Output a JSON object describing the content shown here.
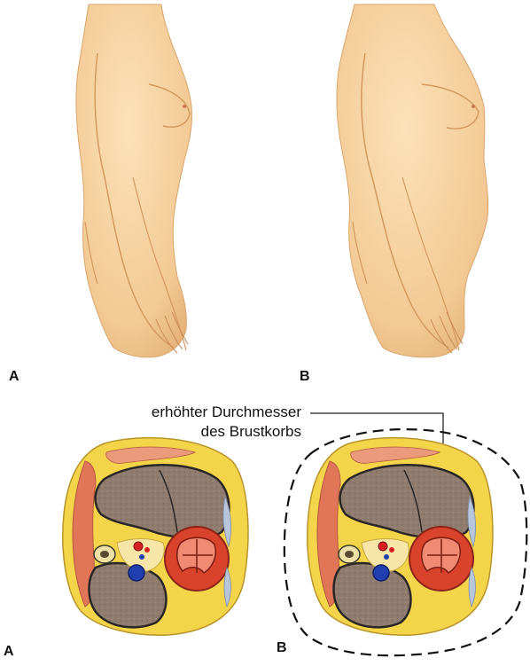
{
  "labels": {
    "torso_a": "A",
    "torso_b": "B",
    "section_a": "A",
    "section_b": "B"
  },
  "annotation": {
    "line1": "erhöhter Durchmesser",
    "line2": "des Brustkorbs"
  },
  "colors": {
    "skin": "#f6d3a0",
    "skin_shadow": "#e3b37c",
    "fat_yellow": "#f4d54a",
    "muscle": "#e0745a",
    "lung": "#8d7a6d",
    "lung_outline": "#2e2a2a",
    "heart": "#d9432c",
    "artery": "#d92020",
    "vein": "#1f3fb0",
    "spine": "#f0e2a0",
    "dashed_outline": "#111111"
  }
}
